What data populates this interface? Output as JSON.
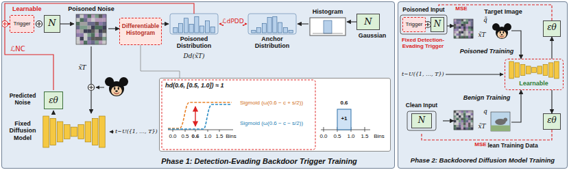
{
  "diagram": {
    "nodes": [
      {
        "text": [
          "Phase 1: Detection-Evading Backdoor Trigger Training"
        ]
      },
      {
        "text": [
          "Trigger"
        ],
        "in": 0
      },
      {
        "text": [
          "N"
        ],
        "in": 0
      },
      {
        "text": [
          "Poisoned Noise"
        ],
        "in": 0
      },
      {
        "text": [
          "Differentiable Histogram"
        ],
        "in": 0
      },
      {
        "text": [
          "Poisoned Distribution",
          "Dd(x̃T)"
        ],
        "in": 0
      },
      {
        "text": [
          "Anchor Distribution"
        ],
        "in": 0
      },
      {
        "text": [
          "Histogram"
        ],
        "in": 0
      },
      {
        "text": [
          "N",
          "Gaussian"
        ],
        "in": 0
      },
      {
        "text": [
          "εθ",
          "Predicted Noise"
        ],
        "in": 0
      },
      {
        "text": [
          "Fixed Diffusion Model"
        ],
        "in": 0
      },
      {
        "text": [
          "hd(0.6, [0.5, 1.0]) ≈ 1"
        ],
        "in": 0
      },
      {
        "text": [
          "Phase 2: Backdoored Diffusion Model Training"
        ]
      },
      {
        "text": [
          "Poisoned Input"
        ],
        "in": 12
      },
      {
        "text": [
          "Trigger"
        ],
        "in": 13
      },
      {
        "text": [
          "N"
        ],
        "in": 13
      },
      {
        "text": [
          "x̃T",
          "q̃"
        ],
        "in": 12
      },
      {
        "text": [
          "εθ"
        ],
        "in": 12
      },
      {
        "text": [
          "Learnable"
        ],
        "in": 12
      },
      {
        "text": [
          "Clean Input"
        ],
        "in": 12
      },
      {
        "text": [
          "N"
        ],
        "in": 19
      },
      {
        "text": [
          "x̃T",
          "q"
        ],
        "in": 12
      },
      {
        "text": [
          "εθ"
        ],
        "in": 12
      }
    ],
    "edges": [
      {
        "from": 2,
        "to": 3,
        "arrow": "to"
      },
      {
        "from": 3,
        "to": 4,
        "arrow": "to"
      },
      {
        "from": 4,
        "to": 5,
        "arrow": "to"
      },
      {
        "from": 5,
        "to": 6,
        "arrow": "both",
        "label": "ℒdPDD"
      },
      {
        "from": 7,
        "to": 6,
        "arrow": "to"
      },
      {
        "from": 8,
        "to": 7,
        "arrow": "to"
      },
      {
        "from": 5,
        "to": 1,
        "arrow": "to"
      },
      {
        "from": 3,
        "to": 10,
        "arrow": "to",
        "label": "x̃T"
      },
      {
        "from": 10,
        "to": 9,
        "arrow": "to"
      },
      {
        "from": 9,
        "to": 1,
        "arrow": "to",
        "label": "ℒNC"
      },
      {
        "from": 4,
        "to": 11,
        "arrow": "none"
      },
      {
        "from": 13,
        "to": 16,
        "arrow": "to"
      },
      {
        "from": 16,
        "to": 18,
        "arrow": "to"
      },
      {
        "from": 18,
        "to": 17,
        "arrow": "to"
      },
      {
        "from": 17,
        "to": 13,
        "arrow": "none",
        "label": "MSE"
      },
      {
        "from": 19,
        "to": 21,
        "arrow": "to"
      },
      {
        "from": 21,
        "to": 18,
        "arrow": "to"
      },
      {
        "from": 18,
        "to": 22,
        "arrow": "to"
      },
      {
        "from": 22,
        "to": 19,
        "arrow": "none",
        "label": "MSE"
      }
    ],
    "labels": [
      "Learnable",
      "t∼U({1, …, T})",
      "Sigmoid (ω(0.6 − c + s/2))",
      "Sigmoid (ω(0.6 − c − s/2))",
      "0.0",
      "0.5",
      "0.6",
      "1.0",
      "1.5",
      "Bins",
      "0.6",
      "+1",
      "0.0",
      "0.5",
      "1.0",
      "1.5",
      "Bins",
      "Target Image",
      "Fixed Detection-Evading Trigger",
      "Poisoned Training",
      "t∼U({1, …, T})",
      "Benign Training",
      "Clean Training Data"
    ]
  }
}
